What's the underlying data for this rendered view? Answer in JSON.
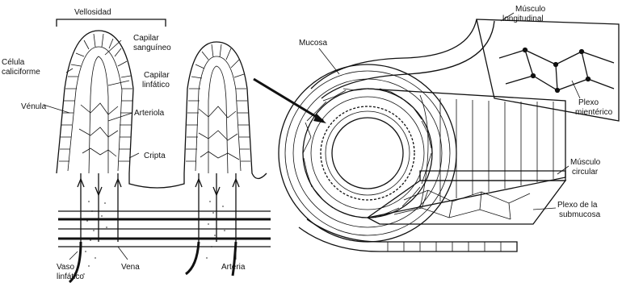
{
  "labels": {
    "vellosidad": "Vellosidad",
    "celula_caliciforme": [
      "Célula",
      "caliciforme"
    ],
    "venula": "Vénula",
    "capilar_sanguineo": [
      "Capilar",
      "sanguíneo"
    ],
    "capilar_linfatico": [
      "Capilar",
      "linfático"
    ],
    "arteriola": "Arteriola",
    "cripta": "Cripta",
    "vaso_linfatico": [
      "Vaso",
      "linfático"
    ],
    "vena": "Vena",
    "arteria": "Arteria",
    "mucosa": "Mucosa",
    "musculo_longitudinal": [
      "Músculo",
      "longitudinal"
    ],
    "plexo_mienterico": [
      "Plexo",
      "mientérico"
    ],
    "musculo_circular": [
      "Músculo",
      "circular"
    ],
    "plexo_submucosa": [
      "Plexo de la",
      "submucosa"
    ]
  },
  "colors": {
    "ink": "#111111",
    "background": "#ffffff"
  }
}
